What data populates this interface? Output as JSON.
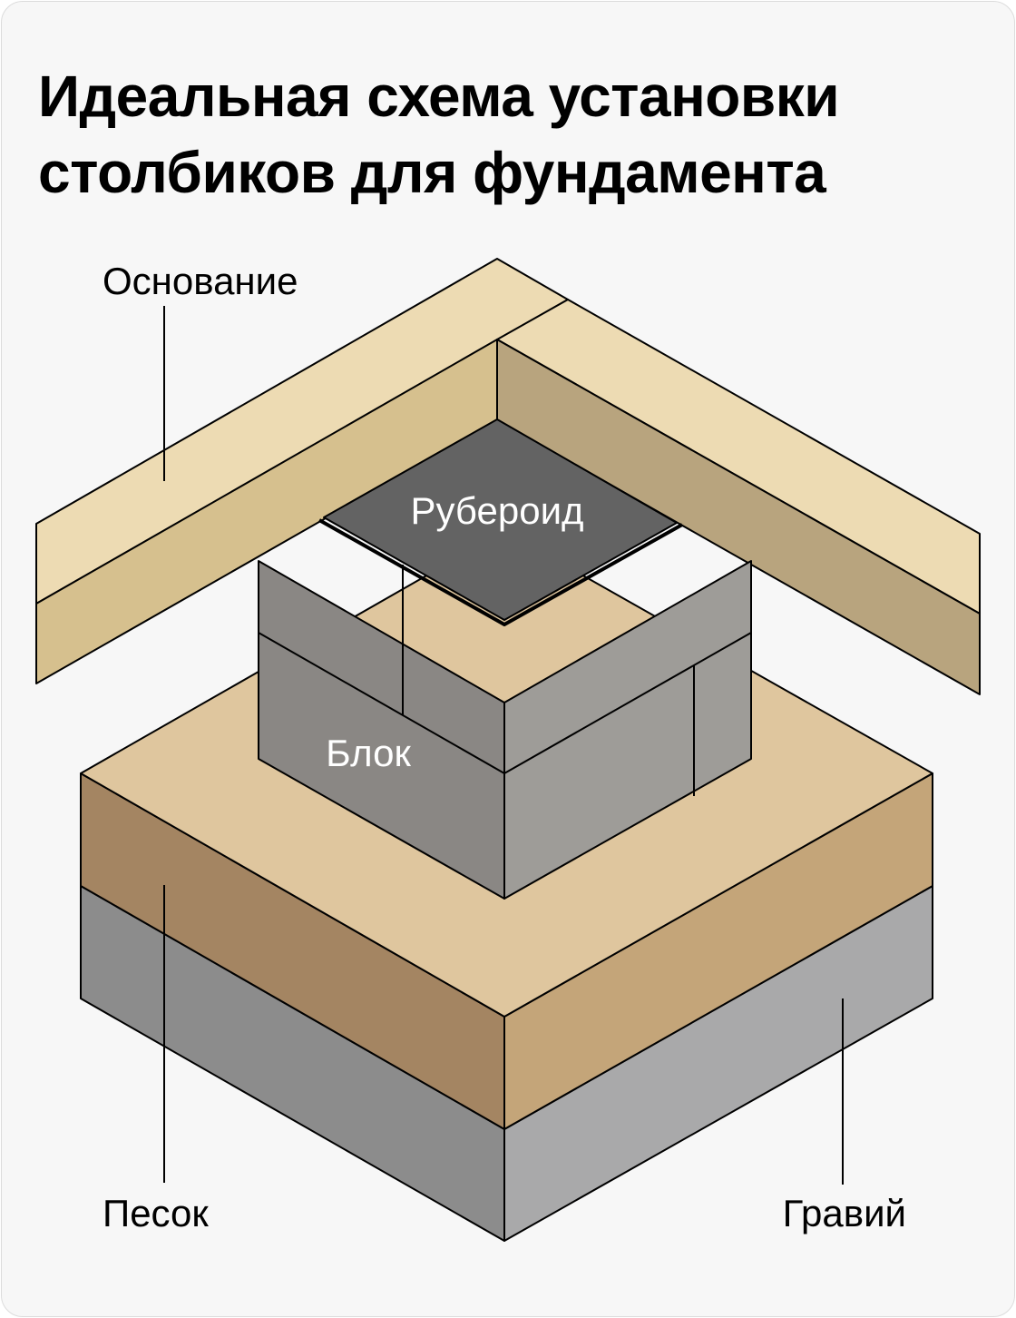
{
  "title": {
    "line1": "Идеальная схема установки",
    "line2": "столбиков для фундамента"
  },
  "labels": {
    "base": "Основание",
    "roofing": "Рубероид",
    "block": "Блок",
    "sand": "Песок",
    "gravel": "Гравий"
  },
  "colors": {
    "background": "#f7f7f7",
    "base_light": "#eddbb3",
    "base_mid": "#d6c08e",
    "base_dark": "#b8a47e",
    "roofing": "#636363",
    "block_left": "#8a8784",
    "block_right": "#9e9c98",
    "sand_top": "#dfc69e",
    "sand_left": "#a48562",
    "sand_right": "#c4a579",
    "gravel_left": "#8c8c8c",
    "gravel_right": "#a9a9aa",
    "outline": "#000000"
  }
}
